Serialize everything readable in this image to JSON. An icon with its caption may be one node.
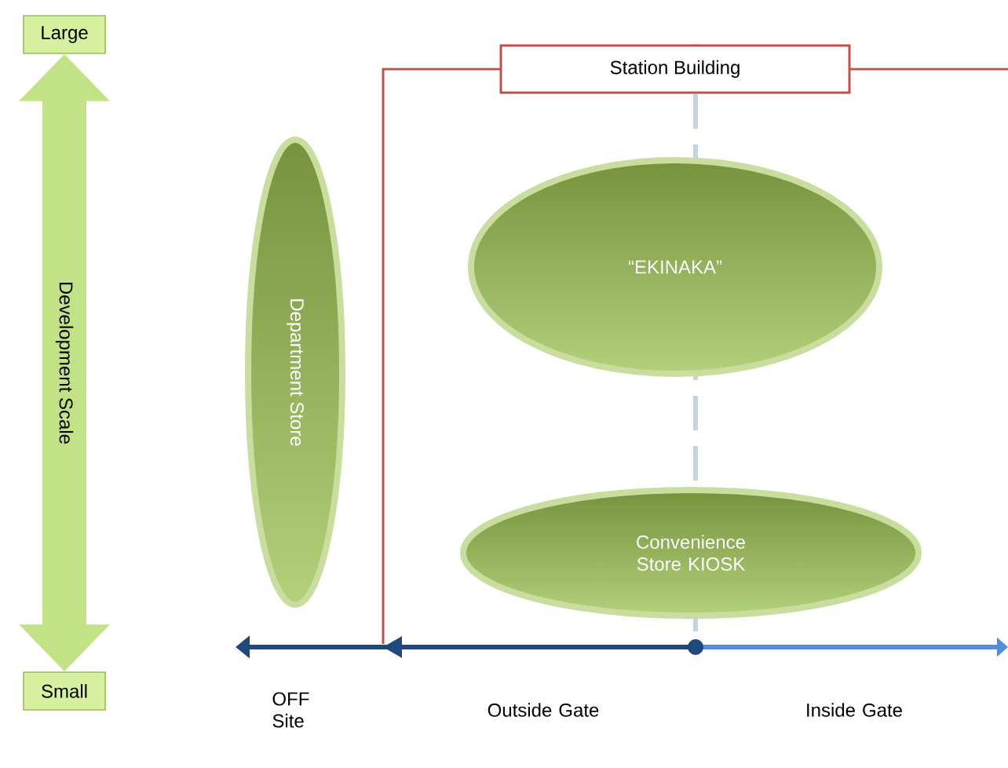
{
  "diagram": {
    "nodes": [
      {
        "text": [
          "Large"
        ]
      },
      {
        "text": [
          "Small"
        ]
      },
      {
        "text": [
          "Station Building"
        ]
      },
      {
        "text": [
          "Department Store"
        ]
      },
      {
        "text": [
          "“EKINAKA”"
        ]
      },
      {
        "text": [
          "Convenience Store KIOSK"
        ]
      }
    ],
    "edges": [
      {
        "from": 1,
        "to": 0,
        "arrow": "both",
        "label": "Development Scale"
      }
    ],
    "labels": [
      "OFF Site",
      "Outside Gate",
      "Inside Gate"
    ]
  }
}
